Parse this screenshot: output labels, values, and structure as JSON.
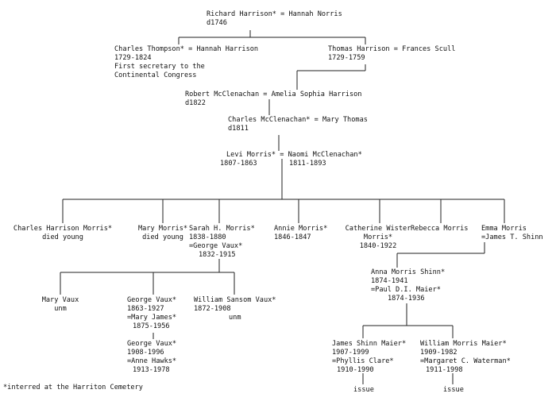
{
  "gen1": {
    "richard_couple": "Richard Harrison* = Hannah Norris",
    "richard_death": "d1746"
  },
  "gen2": {
    "thompson_couple": "Charles Thompson* = Hannah Harrison",
    "thompson_dates": "1729-1824",
    "thompson_note_1": "First secretary to the",
    "thompson_note_2": "Continental Congress",
    "thomas_couple": "Thomas Harrison = Frances Scull",
    "thomas_dates": "1729-1759"
  },
  "gen3": {
    "robert_couple": "Robert McClenachan = Amelia Sophia Harrison",
    "robert_death": "d1822"
  },
  "gen4": {
    "charles_mc_couple": "Charles McClenachan* = Mary Thomas",
    "charles_mc_death": "d1811"
  },
  "gen5": {
    "levi_couple": "Levi Morris* = Naomi McClenachan*",
    "levi_dates": "1807-1863",
    "naomi_dates": "1811-1893"
  },
  "gen6": {
    "charles_hm_name": "Charles Harrison Morris*",
    "charles_hm_note": "died young",
    "mary_m_name": "Mary Morris*",
    "mary_m_note": "died young",
    "sarah_name": "Sarah H. Morris*",
    "sarah_dates": "1838-1880",
    "sarah_spouse": "=George Vaux*",
    "sarah_spouse_dates": "1832-1915",
    "annie_name": "Annie Morris*",
    "annie_dates": "1846-1847",
    "catherine_name_1": "Catherine Wister",
    "catherine_name_2": "Morris*",
    "catherine_dates": "1840-1922",
    "rebecca_name": "Rebecca Morris",
    "emma_name": "Emma Morris",
    "emma_spouse": "=James T. Shinn"
  },
  "gen7": {
    "mary_vaux_name": "Mary Vaux",
    "mary_vaux_note": "unm",
    "george_vaux_name": "George Vaux*",
    "george_vaux_dates": "1863-1927",
    "george_vaux_spouse": "=Mary James*",
    "george_vaux_spouse_dates": "1875-1956",
    "william_vaux_name": "William Sansom Vaux*",
    "william_vaux_dates": "1872-1908",
    "william_vaux_note": "unm",
    "anna_name": "Anna Morris Shinn*",
    "anna_dates": "1874-1941",
    "anna_spouse": "=Paul D.I. Maier*",
    "anna_spouse_dates": "1874-1936"
  },
  "gen8": {
    "george_jr_name": "George Vaux*",
    "george_jr_dates": "1908-1996",
    "george_jr_spouse": "=Anne Hawks*",
    "george_jr_spouse_dates": "1913-1978",
    "james_name": "James Shinn Maier*",
    "james_dates": "1907-1999",
    "james_spouse": "=Phyllis Clare*",
    "james_spouse_dates": "1910-1990",
    "james_issue": "issue",
    "william_maier_name": "William Morris Maier*",
    "william_maier_dates": "1909-1982",
    "william_maier_spouse": "=Margaret C. Waterman*",
    "william_maier_spouse_dates": "1911-1998",
    "william_maier_issue": "issue"
  },
  "footnote": "*interred at the Harriton Cemetery"
}
